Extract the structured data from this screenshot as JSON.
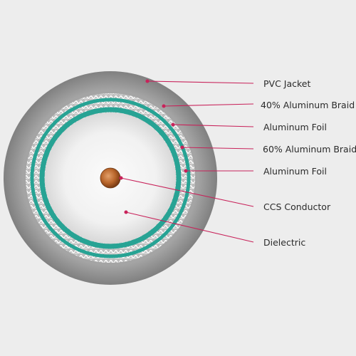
{
  "diagram": {
    "labels": [
      {
        "key": "pvc_jacket",
        "text": "PVC Jacket"
      },
      {
        "key": "braid_40",
        "text": "40% Aluminum Braid"
      },
      {
        "key": "foil_outer",
        "text": "Aluminum Foil"
      },
      {
        "key": "braid_60",
        "text": "60% Aluminum Braid"
      },
      {
        "key": "foil_inner",
        "text": "Aluminum Foil"
      },
      {
        "key": "conductor",
        "text": "CCS Conductor"
      },
      {
        "key": "dielectric",
        "text": "Dielectric"
      }
    ],
    "colors": {
      "background": "#ededed",
      "jacket": "#8e8e8e",
      "braid": "#b5b5b5",
      "foil": "#27a394",
      "dielectric": "#f2f2f2",
      "conductor": "#b8652a",
      "leader": "#c8225a",
      "text": "#2b2b2b"
    }
  }
}
